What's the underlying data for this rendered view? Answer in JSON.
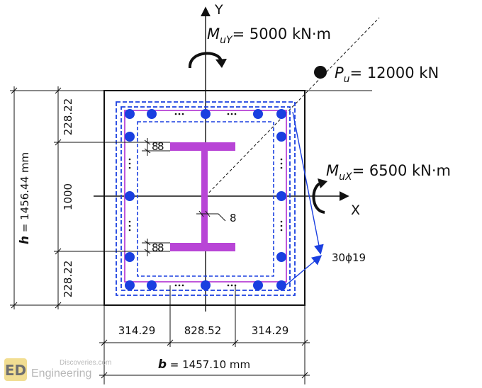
{
  "axes": {
    "y_label": "Y",
    "x_label": "X"
  },
  "loads": {
    "muy": {
      "sym": "M",
      "sub": "uY",
      "value": "= 5000 kN·m"
    },
    "pu": {
      "sym": "P",
      "sub": "u",
      "value": "= 12000 kN"
    },
    "mux": {
      "sym": "M",
      "sub": "uX",
      "value": "= 6500 kN·m"
    }
  },
  "dimensions": {
    "h_top": "228.22",
    "h_mid": "1000",
    "h_bot": "228.22",
    "h_total_sym": "h",
    "h_total_val": " = 1456.44 mm",
    "b_left": "314.29",
    "b_mid": "828.52",
    "b_right": "314.29",
    "b_total_sym": "b",
    "b_total_val": " = 1457.10 mm"
  },
  "steel_section": {
    "flange_thickness_label_top": "8",
    "flange_thickness_label_bottom": "8",
    "web_thickness_label": "8"
  },
  "rebar": {
    "label": "30ϕ19"
  },
  "watermark": {
    "line1": "Discoveries.com",
    "line2": "Engineering",
    "letters": "ED"
  },
  "colors": {
    "rebar": "#1a3fe0",
    "stirrup": "#1a3fe0",
    "steel": "#b845d6",
    "outline": "#111111"
  }
}
